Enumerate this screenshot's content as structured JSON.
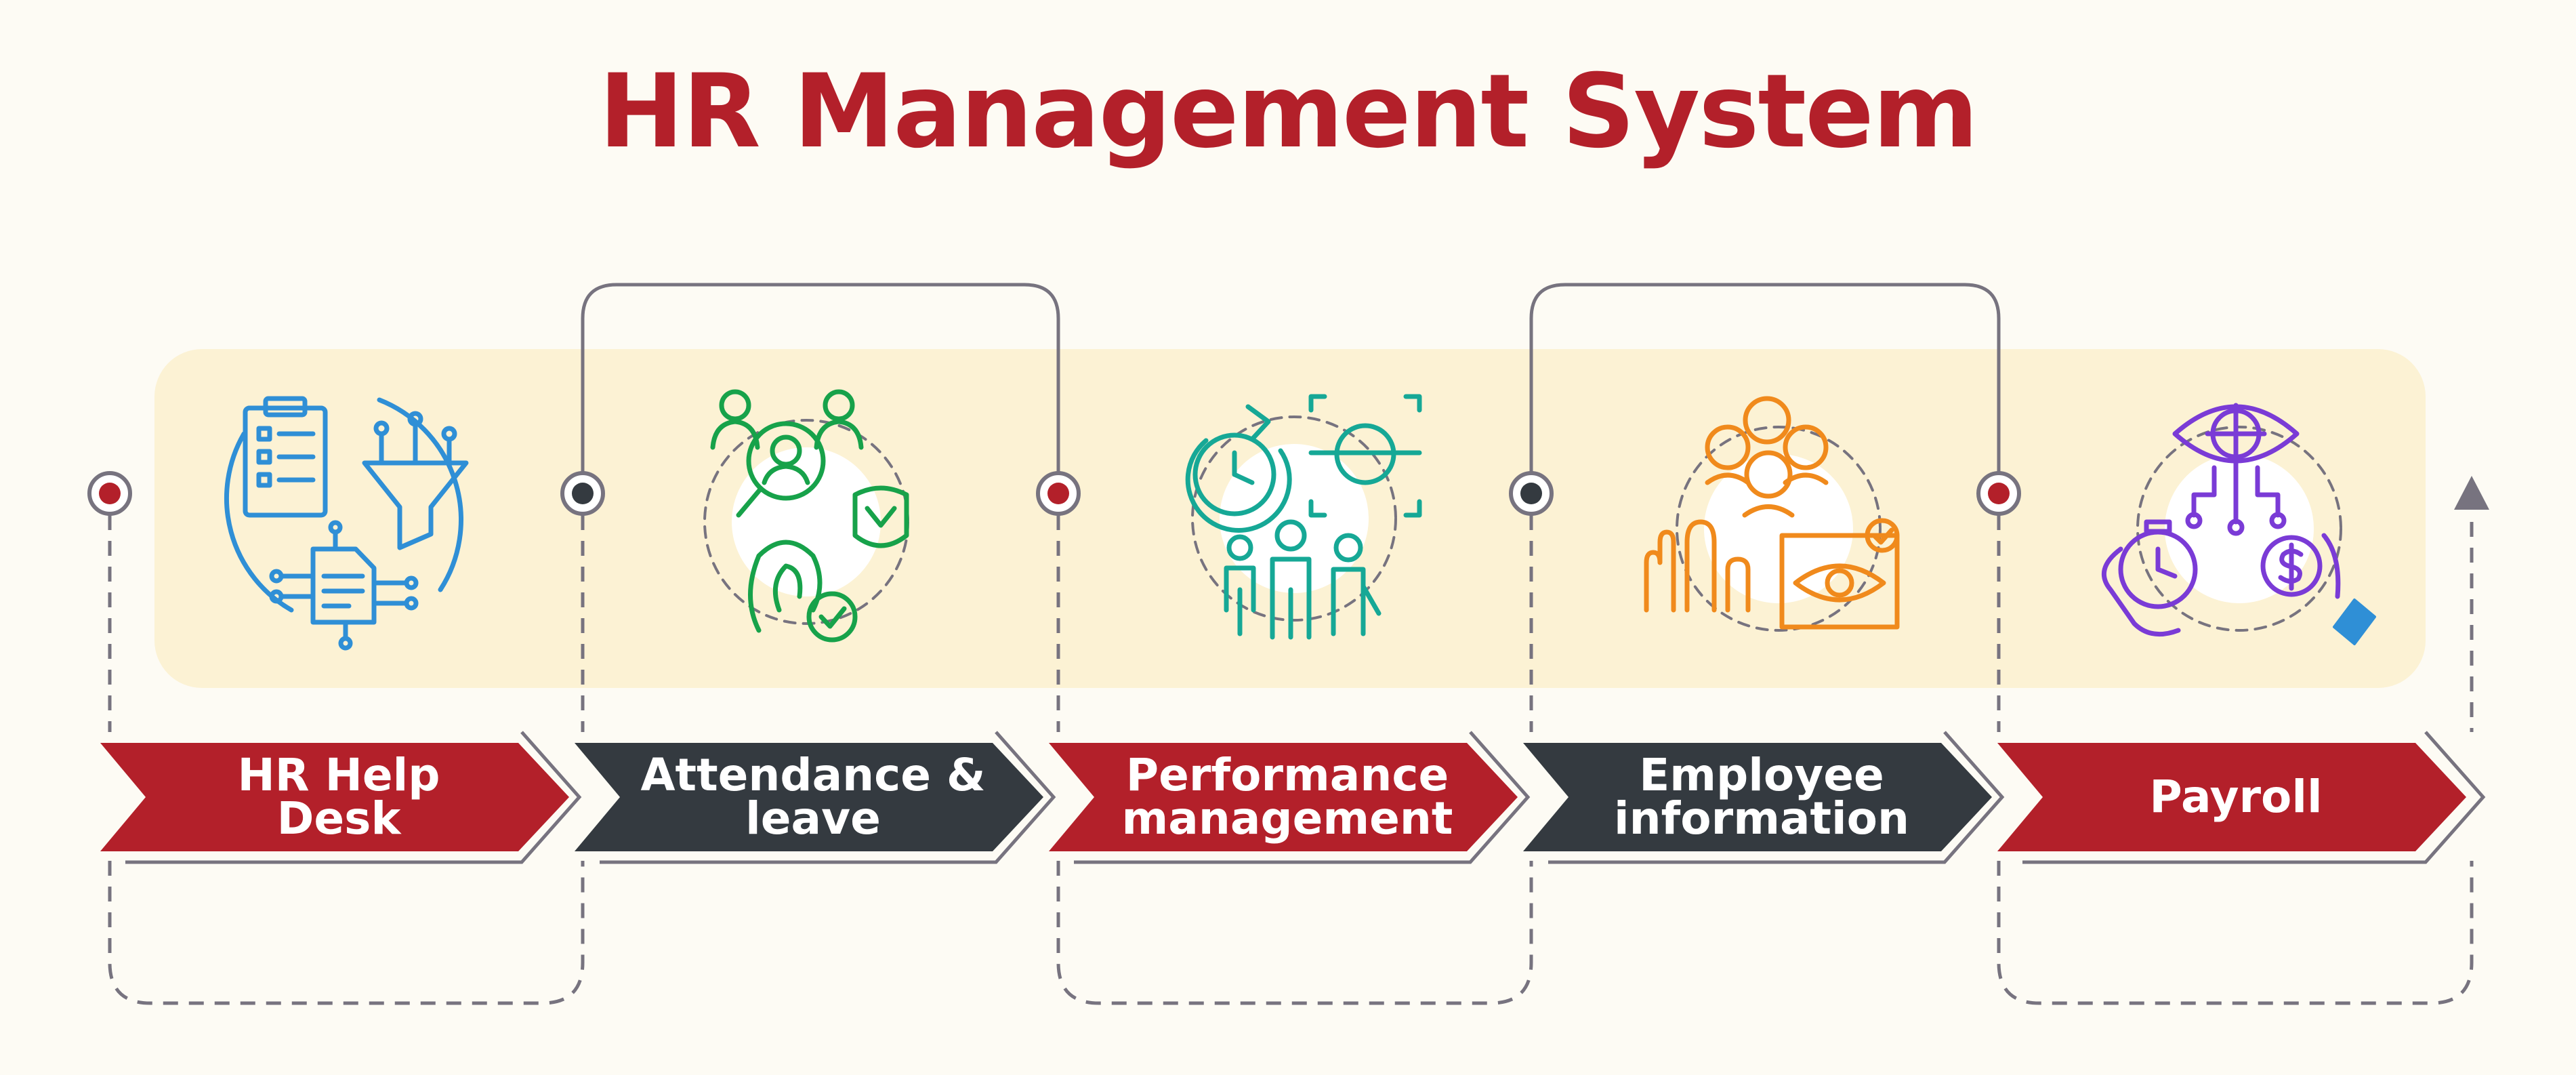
{
  "title": "HR Management System",
  "colors": {
    "accent_red": "#b3202a",
    "dark": "#343a40",
    "band": "#fcf2d4",
    "connector": "#77737f",
    "icon_blue": "#2f8fd6",
    "icon_green": "#17a24a",
    "icon_teal": "#16a896",
    "icon_orange": "#f08a1c",
    "icon_purple": "#7a3bd6"
  },
  "steps": [
    {
      "label": "HR Help\nDesk",
      "color": "red",
      "icon": "hr-helpdesk-icon"
    },
    {
      "label": "Attendance &\nleave",
      "color": "dark",
      "icon": "attendance-leave-icon"
    },
    {
      "label": "Performance\nmanagement",
      "color": "red",
      "icon": "performance-management-icon"
    },
    {
      "label": "Employee\ninformation",
      "color": "dark",
      "icon": "employee-information-icon"
    },
    {
      "label": "Payroll",
      "color": "red",
      "icon": "payroll-icon"
    }
  ]
}
